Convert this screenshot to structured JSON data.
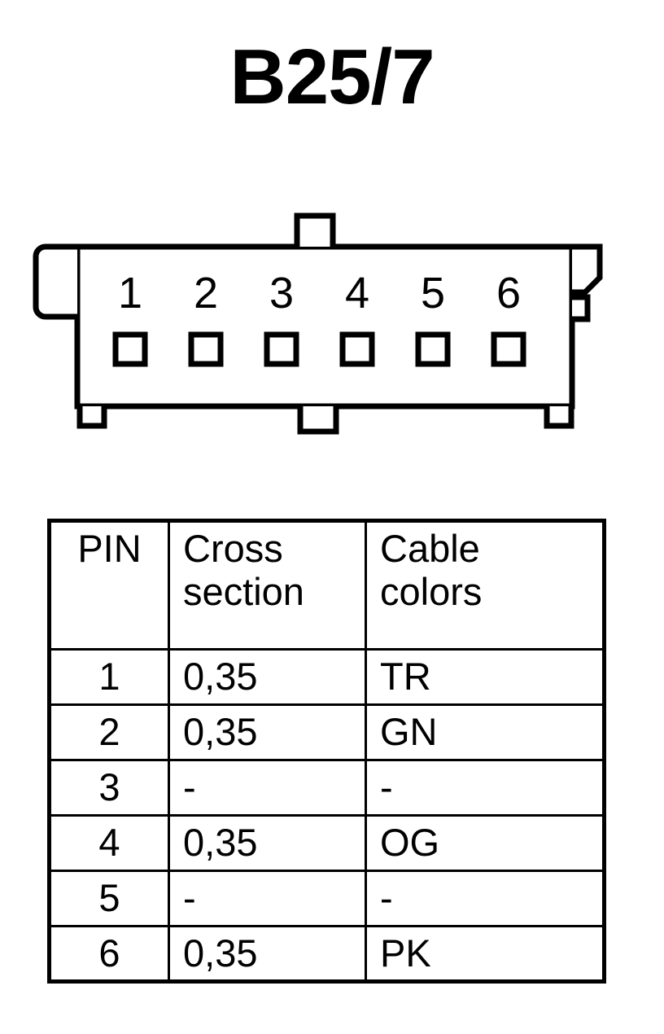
{
  "title": "B25/7",
  "connector": {
    "pin_labels": [
      "1",
      "2",
      "3",
      "4",
      "5",
      "6"
    ],
    "pin_count": 6,
    "line_color": "#000000",
    "body_fill": "#ffffff"
  },
  "table": {
    "headers": {
      "pin": "PIN",
      "cross_section_line1": "Cross",
      "cross_section_line2": "section",
      "cable_colors_line1": "Cable",
      "cable_colors_line2": "colors"
    },
    "rows": [
      {
        "pin": "1",
        "cross_section": "0,35",
        "cable_color": "TR"
      },
      {
        "pin": "2",
        "cross_section": "0,35",
        "cable_color": "GN"
      },
      {
        "pin": "3",
        "cross_section": "-",
        "cable_color": "-"
      },
      {
        "pin": "4",
        "cross_section": "0,35",
        "cable_color": "OG"
      },
      {
        "pin": "5",
        "cross_section": "-",
        "cable_color": "-"
      },
      {
        "pin": "6",
        "cross_section": "0,35",
        "cable_color": "PK"
      }
    ]
  }
}
